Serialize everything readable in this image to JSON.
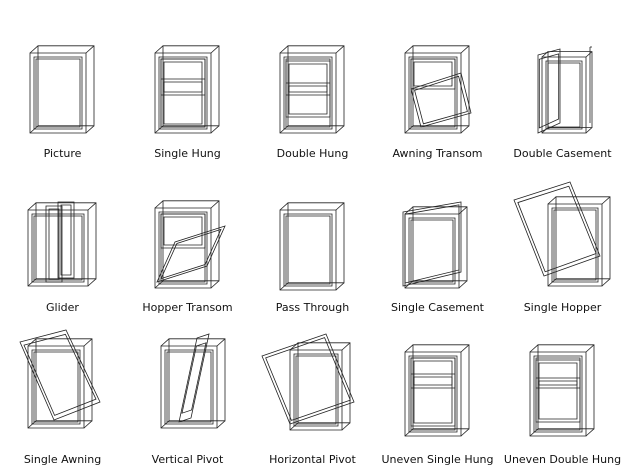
{
  "windows": [
    {
      "label": "Picture",
      "icon": "picture-window-icon"
    },
    {
      "label": "Single Hung",
      "icon": "single-hung-window-icon"
    },
    {
      "label": "Double Hung",
      "icon": "double-hung-window-icon"
    },
    {
      "label": "Awning Transom",
      "icon": "awning-transom-window-icon"
    },
    {
      "label": "Double Casement",
      "icon": "double-casement-window-icon"
    },
    {
      "label": "Glider",
      "icon": "glider-window-icon"
    },
    {
      "label": "Hopper Transom",
      "icon": "hopper-transom-window-icon"
    },
    {
      "label": "Pass Through",
      "icon": "pass-through-window-icon"
    },
    {
      "label": "Single Casement",
      "icon": "single-casement-window-icon"
    },
    {
      "label": "Single Hopper",
      "icon": "single-hopper-window-icon"
    },
    {
      "label": "Single Awning",
      "icon": "single-awning-window-icon"
    },
    {
      "label": "Vertical Pivot",
      "icon": "vertical-pivot-window-icon"
    },
    {
      "label": "Horizontal Pivot",
      "icon": "horizontal-pivot-window-icon"
    },
    {
      "label": "Uneven Single Hung",
      "icon": "uneven-single-hung-window-icon"
    },
    {
      "label": "Uneven Double Hung",
      "icon": "uneven-double-hung-window-icon"
    }
  ]
}
